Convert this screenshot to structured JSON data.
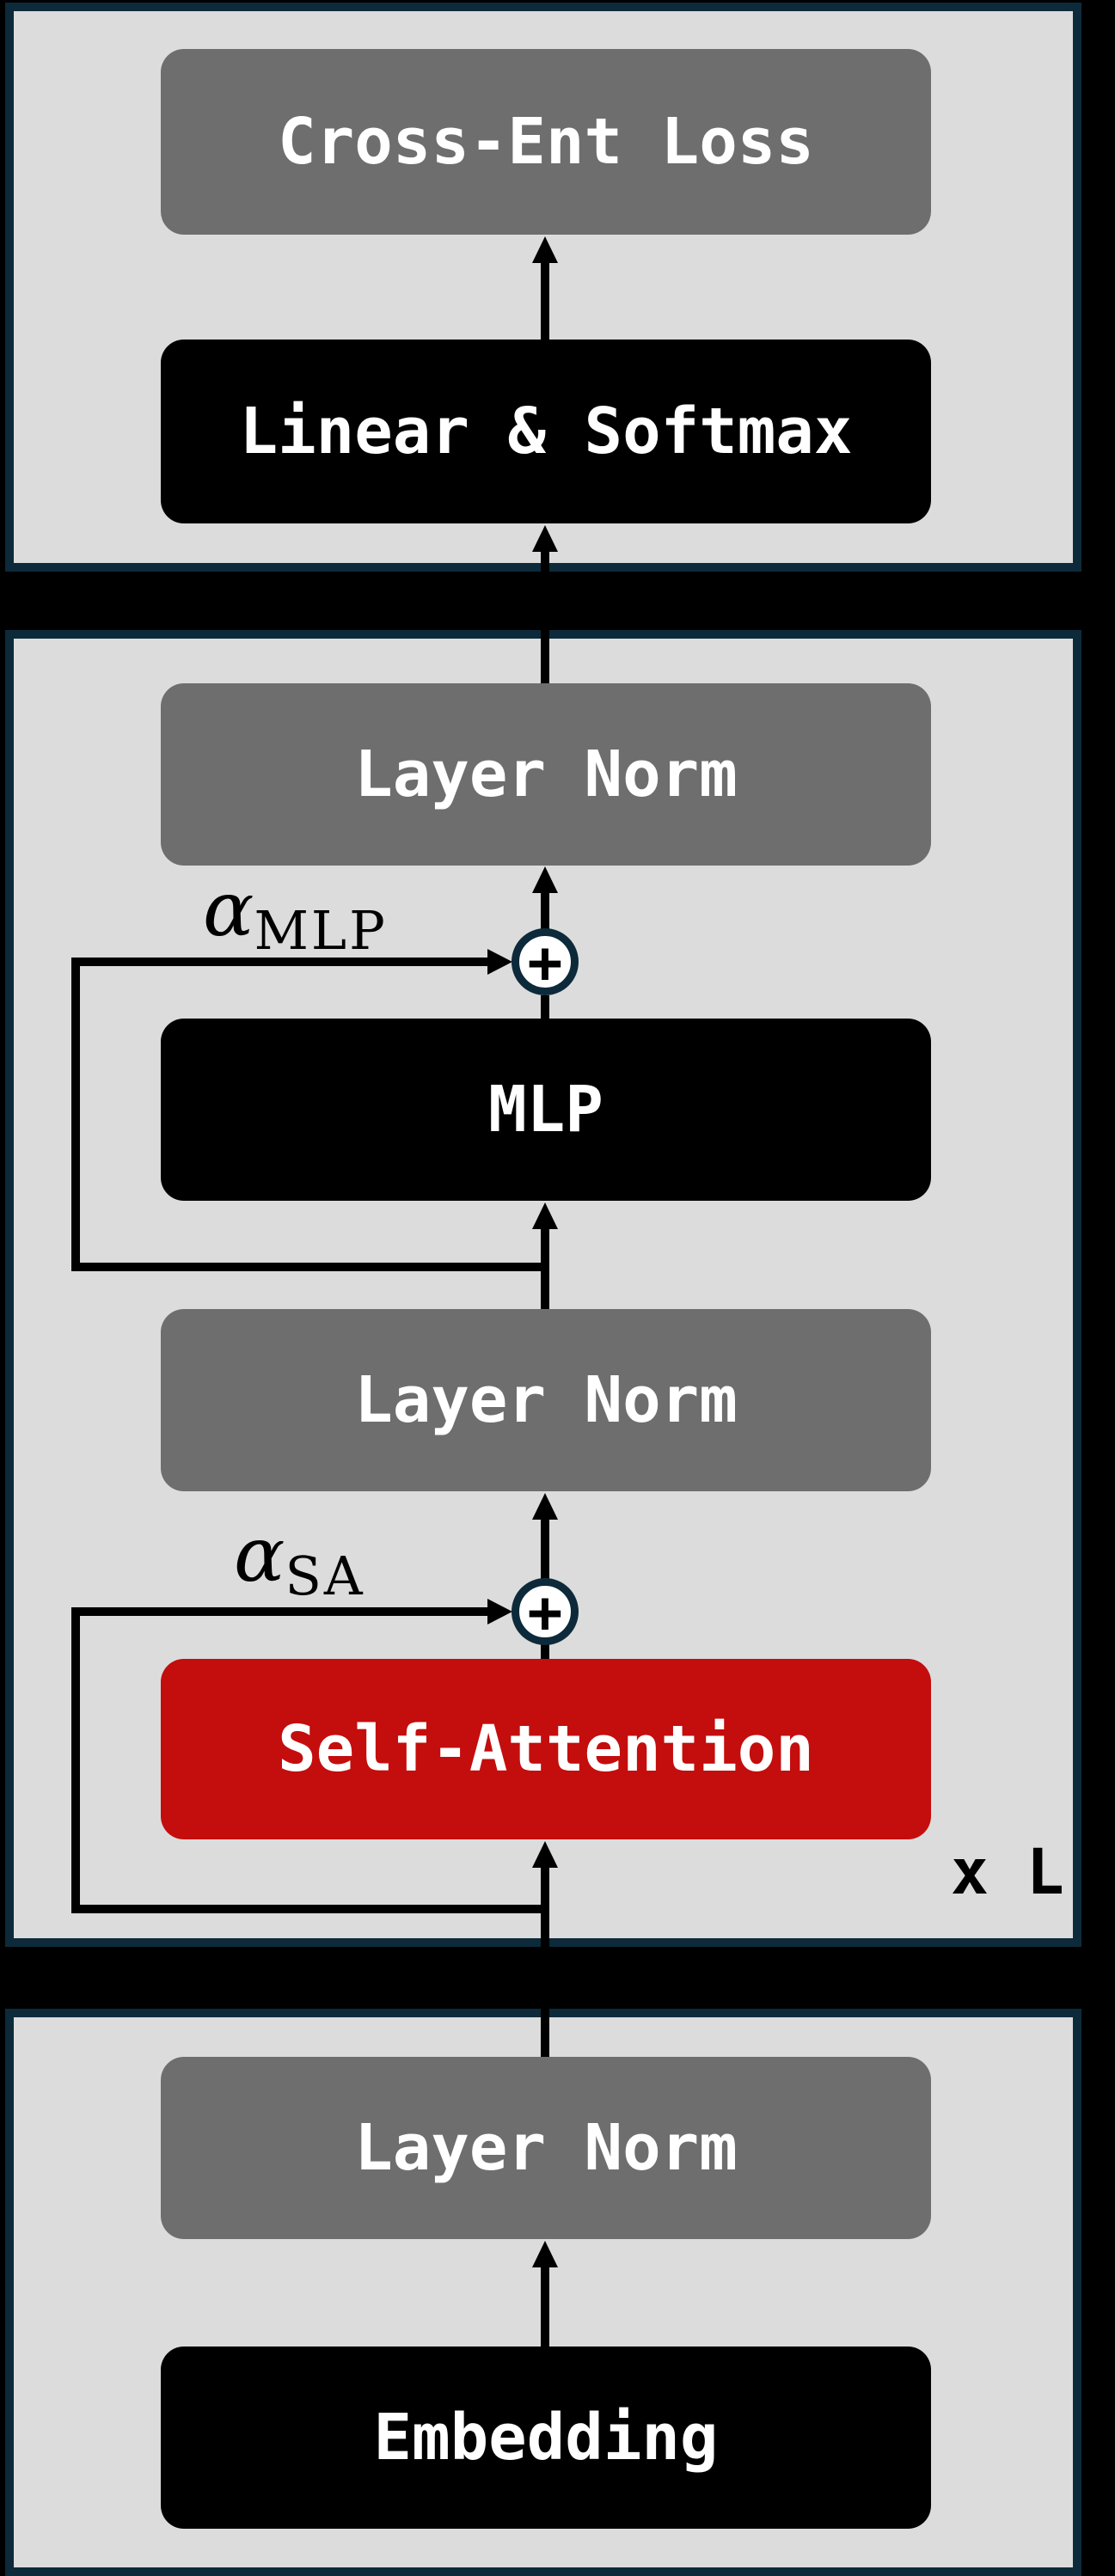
{
  "colors": {
    "background": "#000000",
    "panel_fill": "#dcdcdc",
    "panel_border": "#0d2a3a",
    "block_gray": "#6e6e6e",
    "block_black": "#000000",
    "block_red": "#c40d0d",
    "label_on_block": "#ffffff",
    "label_dark": "#000000",
    "plus_fill": "#ffffff",
    "line": "#000000"
  },
  "blocks": {
    "cross_ent_loss": "Cross-Ent Loss",
    "linear_softmax": "Linear & Softmax",
    "layer_norm": "Layer Norm",
    "mlp": "MLP",
    "self_attention": "Self-Attention",
    "embedding": "Embedding"
  },
  "annotations": {
    "alpha_mlp": {
      "symbol": "α",
      "subscript": "MLP"
    },
    "alpha_sa": {
      "symbol": "α",
      "subscript": "SA"
    },
    "repeat_label": "x L",
    "plus_symbol": "+"
  }
}
